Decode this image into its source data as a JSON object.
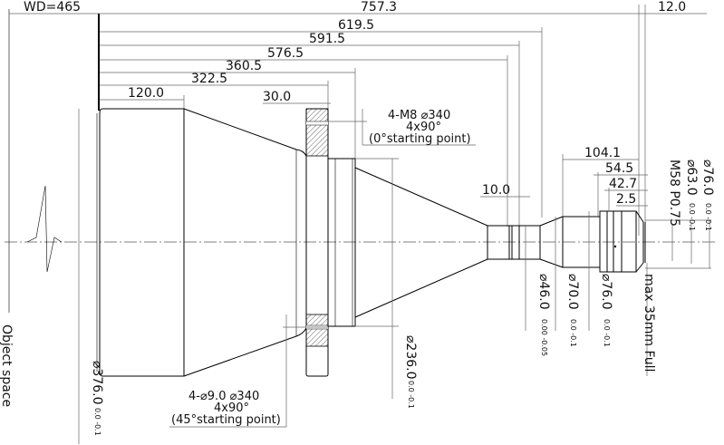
{
  "drawing": {
    "title_wd": "WD=465",
    "object_space": "Object space",
    "length_dims": {
      "total": "757.3",
      "d619": "619.5",
      "d591": "591.5",
      "d576": "576.5",
      "d360": "360.5",
      "d322": "322.5",
      "d120": "120.0",
      "d30": "30.0",
      "d12": "12.0",
      "d10": "10.0",
      "d104": "104.1",
      "d54": "54.5",
      "d42": "42.7",
      "d2": "2.5"
    },
    "diameters": {
      "d376": "⌀376.0",
      "d376_tol": "0.0 -0.1",
      "d236": "⌀236.0",
      "d236_tol": "0.0 -0.1",
      "d46": "⌀46.0",
      "d46_tol": "0.00 -0.05",
      "d70": "⌀70.0",
      "d70_tol": "0.0 -0.1",
      "d76": "⌀76.0",
      "d76_tol": "0.0 -0.1",
      "d76r": "⌀76.0",
      "d76r_tol": "0.0 -0.1",
      "d63": "⌀63.0",
      "d63_tol": "0.0 -0.1",
      "thread": "M58 P0.75",
      "sensor": "max 35mm Full"
    },
    "notes": {
      "top_line1": "4-M8 ⌀340",
      "top_line2": "4x90°",
      "top_line3": "(0°starting point)",
      "bot_line1": "4-⌀9.0  ⌀340",
      "bot_line2": "4x90°",
      "bot_line3": "(45°starting point)"
    }
  }
}
